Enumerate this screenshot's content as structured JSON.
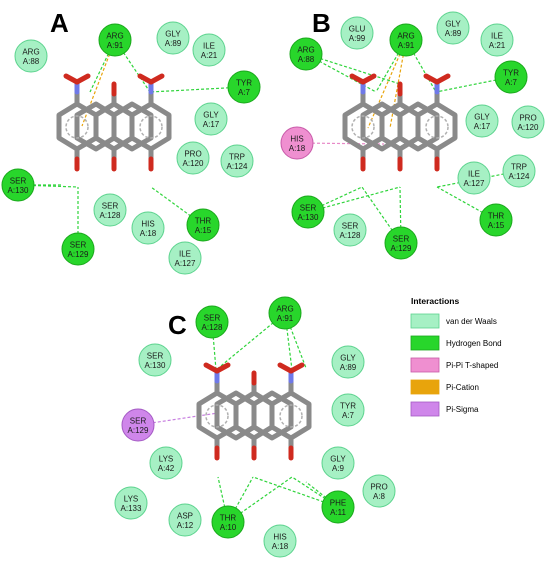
{
  "colors": {
    "vdw_fill": "#a6f0c4",
    "vdw_stroke": "#5cd38e",
    "hbond_fill": "#28d62b",
    "hbond_stroke": "#1aa81c",
    "pipi_fill": "#ef8fd0",
    "pipi_stroke": "#c85aa9",
    "pication": "#e8a40c",
    "pisigma_fill": "#cf86ea",
    "pisigma_stroke": "#a45bc4",
    "hbond_line": "#2fd43b",
    "pipi_line": "#e889c8",
    "pisigma_line": "#c77ee0",
    "bond": "#8a8a8a",
    "oxygen": "#cf2a1f",
    "nitrogen": "#6f79e8"
  },
  "panels": [
    {
      "label": "A",
      "residues": [
        {
          "name": "ARG",
          "id": "A:91",
          "type": "hbond"
        },
        {
          "name": "GLY",
          "id": "A:89",
          "type": "vdw"
        },
        {
          "name": "ARG",
          "id": "A:88",
          "type": "vdw"
        },
        {
          "name": "ILE",
          "id": "A:21",
          "type": "vdw"
        },
        {
          "name": "TYR",
          "id": "A:7",
          "type": "hbond"
        },
        {
          "name": "GLY",
          "id": "A:17",
          "type": "vdw"
        },
        {
          "name": "PRO",
          "id": "A:120",
          "type": "vdw"
        },
        {
          "name": "TRP",
          "id": "A:124",
          "type": "vdw"
        },
        {
          "name": "SER",
          "id": "A:130",
          "type": "hbond"
        },
        {
          "name": "SER",
          "id": "A:128",
          "type": "vdw"
        },
        {
          "name": "HIS",
          "id": "A:18",
          "type": "vdw"
        },
        {
          "name": "THR",
          "id": "A:15",
          "type": "hbond"
        },
        {
          "name": "SER",
          "id": "A:129",
          "type": "hbond"
        },
        {
          "name": "ILE",
          "id": "A:127",
          "type": "vdw"
        }
      ]
    },
    {
      "label": "B",
      "residues": [
        {
          "name": "GLU",
          "id": "A:99",
          "type": "vdw"
        },
        {
          "name": "ARG",
          "id": "A:91",
          "type": "hbond"
        },
        {
          "name": "GLY",
          "id": "A:89",
          "type": "vdw"
        },
        {
          "name": "ILE",
          "id": "A:21",
          "type": "vdw"
        },
        {
          "name": "ARG",
          "id": "A:88",
          "type": "hbond"
        },
        {
          "name": "TYR",
          "id": "A:7",
          "type": "hbond"
        },
        {
          "name": "HIS",
          "id": "A:18",
          "type": "pipi"
        },
        {
          "name": "GLY",
          "id": "A:17",
          "type": "vdw"
        },
        {
          "name": "PRO",
          "id": "A:120",
          "type": "vdw"
        },
        {
          "name": "ILE",
          "id": "A:127",
          "type": "vdw"
        },
        {
          "name": "TRP",
          "id": "A:124",
          "type": "vdw"
        },
        {
          "name": "SER",
          "id": "A:130",
          "type": "hbond"
        },
        {
          "name": "SER",
          "id": "A:128",
          "type": "vdw"
        },
        {
          "name": "SER",
          "id": "A:129",
          "type": "hbond"
        },
        {
          "name": "THR",
          "id": "A:15",
          "type": "hbond"
        }
      ]
    },
    {
      "label": "C",
      "residues": [
        {
          "name": "SER",
          "id": "A:128",
          "type": "hbond"
        },
        {
          "name": "ARG",
          "id": "A:91",
          "type": "hbond"
        },
        {
          "name": "SER",
          "id": "A:130",
          "type": "vdw"
        },
        {
          "name": "GLY",
          "id": "A:89",
          "type": "vdw"
        },
        {
          "name": "SER",
          "id": "A:129",
          "type": "pisigma"
        },
        {
          "name": "TYR",
          "id": "A:7",
          "type": "vdw"
        },
        {
          "name": "LYS",
          "id": "A:42",
          "type": "vdw"
        },
        {
          "name": "GLY",
          "id": "A:9",
          "type": "vdw"
        },
        {
          "name": "PRO",
          "id": "A:8",
          "type": "vdw"
        },
        {
          "name": "LYS",
          "id": "A:133",
          "type": "vdw"
        },
        {
          "name": "ASP",
          "id": "A:12",
          "type": "vdw"
        },
        {
          "name": "THR",
          "id": "A:10",
          "type": "hbond"
        },
        {
          "name": "PHE",
          "id": "A:11",
          "type": "hbond"
        },
        {
          "name": "HIS",
          "id": "A:18",
          "type": "vdw"
        }
      ]
    }
  ],
  "legend": {
    "title": "Interactions",
    "items": [
      {
        "label": "van der Waals",
        "type": "vdw"
      },
      {
        "label": "Hydrogen Bond",
        "type": "hbond"
      },
      {
        "label": "Pi-Pi T-shaped",
        "type": "pipi"
      },
      {
        "label": "Pi-Cation",
        "type": "pication"
      },
      {
        "label": "Pi-Sigma",
        "type": "pisigma"
      }
    ]
  }
}
